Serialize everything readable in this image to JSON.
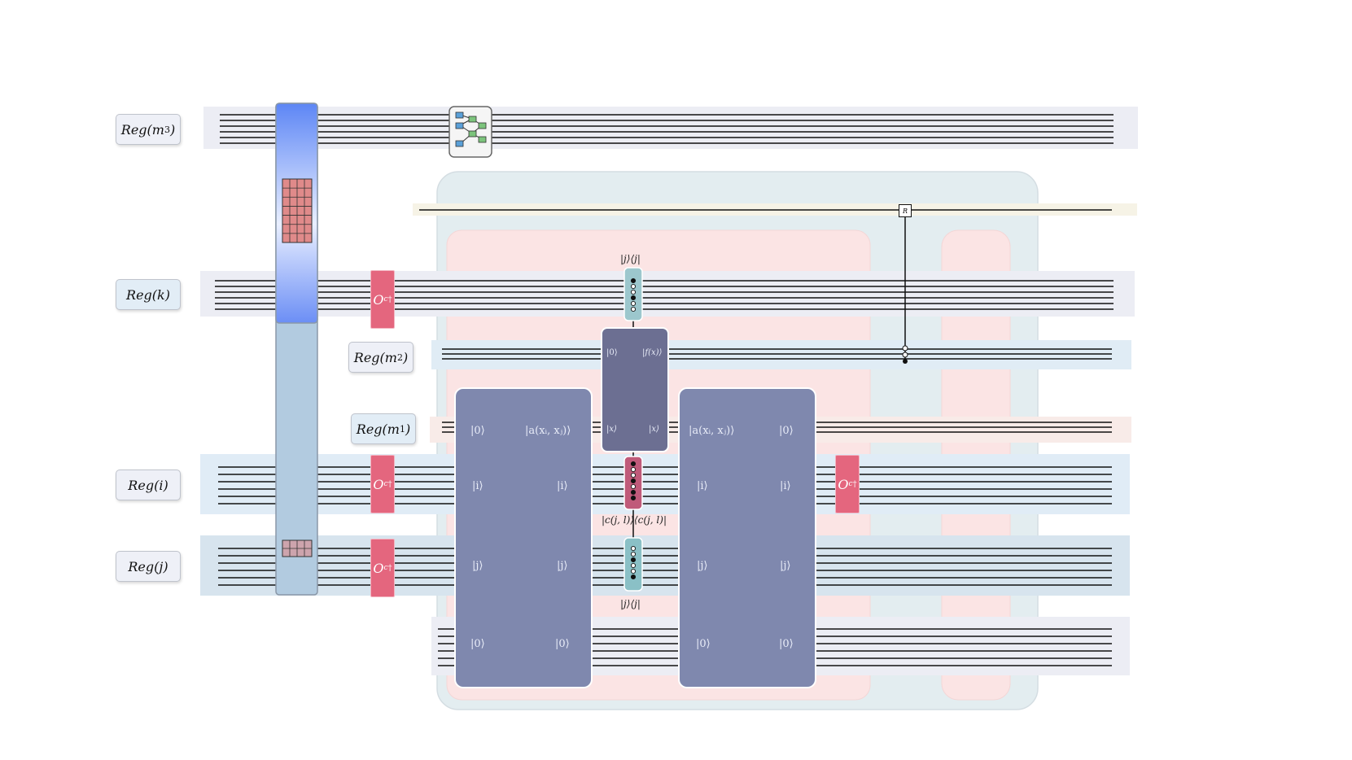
{
  "registers": {
    "m3": {
      "base": "Reg",
      "arg": "m",
      "sub": "3"
    },
    "k": {
      "base": "Reg",
      "arg": "k"
    },
    "m2": {
      "base": "Reg",
      "arg": "m",
      "sub": "2"
    },
    "m1": {
      "base": "Reg",
      "arg": "m",
      "sub": "1"
    },
    "i": {
      "base": "Reg",
      "arg": "i"
    },
    "j": {
      "base": "Reg",
      "arg": "j"
    }
  },
  "oracle": {
    "symbol": "O",
    "sub": "c",
    "sup": "†"
  },
  "rotation_gate": {
    "label": "R"
  },
  "kets": {
    "zero": "|0⟩",
    "i": "|i⟩",
    "j": "|j⟩",
    "x": "|x⟩",
    "fx": "|f(x)⟩",
    "a_ij": "|a(xᵢ, xⱼ)⟩",
    "jj_proj": "|j⟩⟨j|",
    "cjl": "|c(j, l)⟩⟨c(j, l)|"
  },
  "colors": {
    "oracle": "#e4667e",
    "block": "#7f88ae",
    "fx_block": "#6c6f92",
    "outer_panel": "#e3edf0",
    "inner_panel": "#fbe6e6",
    "wire": "#111111"
  }
}
